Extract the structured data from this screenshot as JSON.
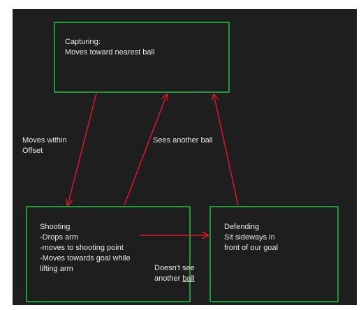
{
  "colors": {
    "background": "#1e1e1e",
    "box_border": "#1a9a3c",
    "arrow": "#d6172a",
    "text": "#e8e8e8"
  },
  "states": {
    "capturing": {
      "title": "Capturing:",
      "lines": [
        "Moves toward nearest ball"
      ]
    },
    "shooting": {
      "title": "Shooting",
      "lines": [
        "-Drops arm",
        "-moves to shooting point",
        "-Moves towards goal while",
        "lifting arm"
      ]
    },
    "defending": {
      "title": "Defending",
      "lines": [
        "Sit sideways in",
        "front of our goal"
      ]
    }
  },
  "transitions": {
    "capture_to_shoot": {
      "lines": [
        "Moves within",
        "Offset"
      ]
    },
    "shoot_to_capture": {
      "label": "Sees another ball"
    },
    "shoot_to_defend": {
      "line1": "Doesn't see",
      "line2_prefix": "another ",
      "line2_underlined": "ball"
    }
  }
}
